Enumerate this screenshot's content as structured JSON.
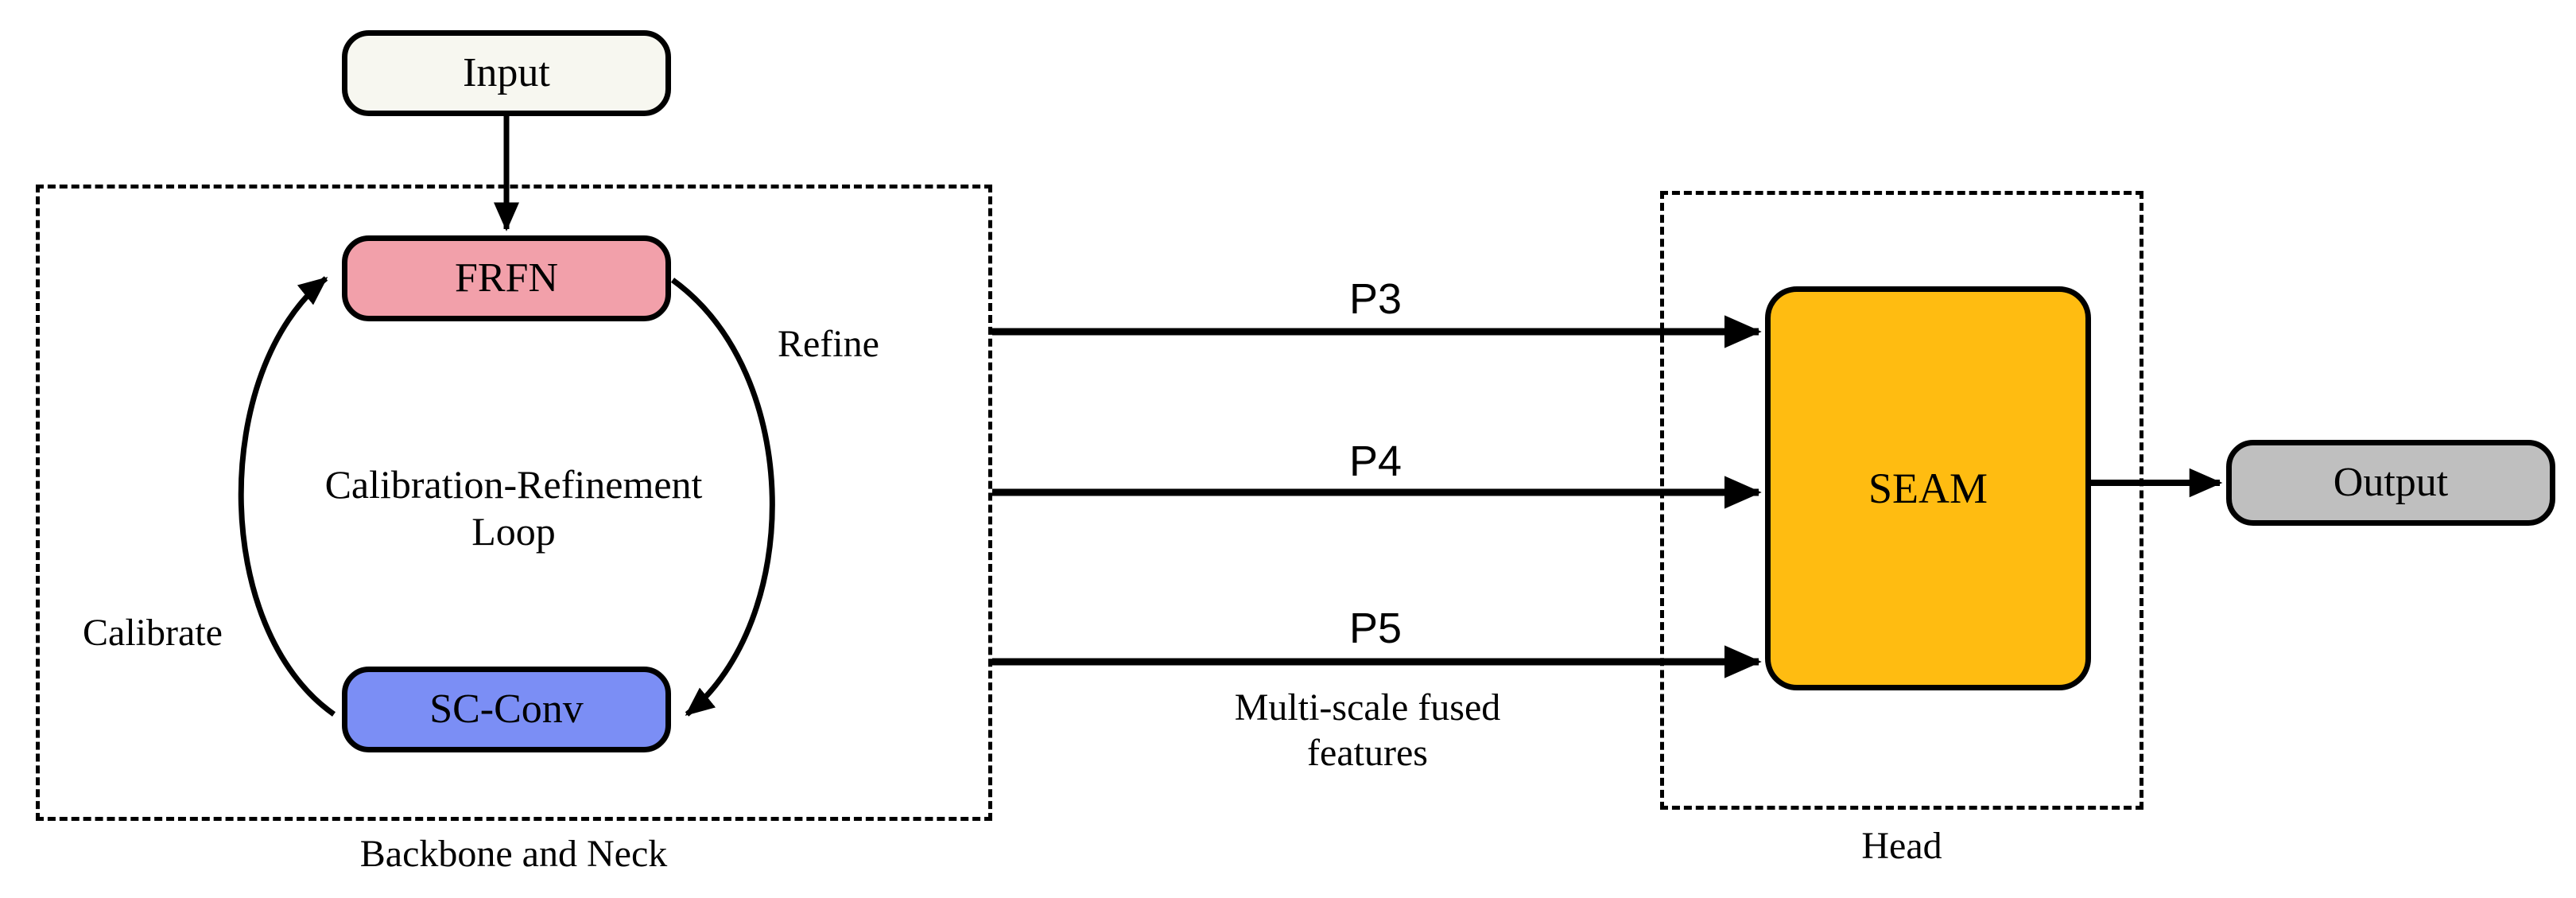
{
  "diagram": {
    "title_text": "",
    "background": "#ffffff",
    "nodes": {
      "input": {
        "label": "Input",
        "color": "#f7f7f0"
      },
      "frfn": {
        "label": "FRFN",
        "color": "#f2a0aa"
      },
      "scconv": {
        "label": "SC-Conv",
        "color": "#7b8ef5"
      },
      "seam": {
        "label": "SEAM",
        "color": "#ffbc11"
      },
      "output": {
        "label": "Output",
        "color": "#bfbfbf"
      }
    },
    "groups": {
      "backbone": {
        "label": "Backbone and Neck"
      },
      "head": {
        "label": "Head"
      }
    },
    "loop": {
      "title_line1": "Calibration-Refinement",
      "title_line2": "Loop",
      "refine_label": "Refine",
      "calibrate_label": "Calibrate"
    },
    "connections": {
      "p3": "P3",
      "p4": "P4",
      "p5": "P5",
      "fused_line1": "Multi-scale fused",
      "fused_line2": "features"
    }
  }
}
